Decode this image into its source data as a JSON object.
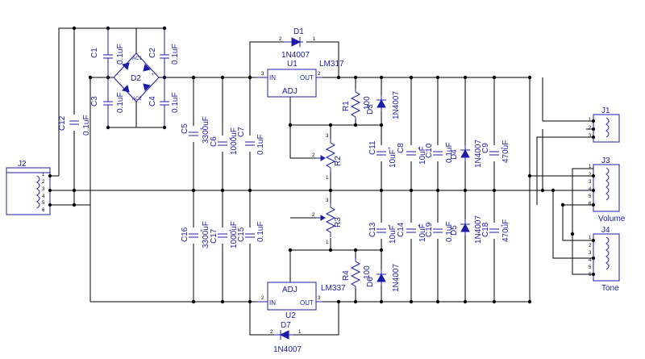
{
  "components": {
    "C1": {
      "ref": "C1",
      "value": "0.1uF"
    },
    "C2": {
      "ref": "C2",
      "value": "0.1uF"
    },
    "C3": {
      "ref": "C3",
      "value": "0.1uF"
    },
    "C4": {
      "ref": "C4",
      "value": "0.1uF"
    },
    "C5": {
      "ref": "C5",
      "value": "3300uF"
    },
    "C6": {
      "ref": "C6",
      "value": "1000uF"
    },
    "C7": {
      "ref": "C7",
      "value": "0.1uF"
    },
    "C8": {
      "ref": "C8",
      "value": "10uF"
    },
    "C9": {
      "ref": "C9",
      "value": "470uF"
    },
    "C10": {
      "ref": "C10",
      "value": "0.1uF"
    },
    "C11": {
      "ref": "C11",
      "value": "10uF"
    },
    "C12": {
      "ref": "C12",
      "value": "0.1uF"
    },
    "C13": {
      "ref": "C13",
      "value": "10uF"
    },
    "C14": {
      "ref": "C14",
      "value": "10uF"
    },
    "C15": {
      "ref": "C15",
      "value": "0.1uF"
    },
    "C16": {
      "ref": "C16",
      "value": "3300uF"
    },
    "C17": {
      "ref": "C17",
      "value": "1000uF"
    },
    "C18": {
      "ref": "C18",
      "value": "470uF"
    },
    "C19": {
      "ref": "C19",
      "value": "0.1uF"
    },
    "D1": {
      "ref": "D1",
      "value": "1N4007"
    },
    "D2": {
      "ref": "D2"
    },
    "D3": {
      "ref": "D3",
      "value": "1N4007"
    },
    "D4": {
      "ref": "D4",
      "value": "1N4007"
    },
    "D5": {
      "ref": "D5",
      "value": "1N4007"
    },
    "D6": {
      "ref": "D6",
      "value": "1N4007"
    },
    "D7": {
      "ref": "D7",
      "value": "1N4007"
    },
    "R1": {
      "ref": "R1",
      "value": "100"
    },
    "R2": {
      "ref": "R2"
    },
    "R3": {
      "ref": "R3"
    },
    "R4": {
      "ref": "R4",
      "value": "100"
    },
    "U1": {
      "ref": "U1",
      "value": "LM317",
      "in": "IN",
      "out": "OUT",
      "adj": "ADJ"
    },
    "U2": {
      "ref": "U2",
      "value": "LM337",
      "in": "IN",
      "out": "OUT",
      "adj": "ADJ"
    },
    "J1": {
      "ref": "J1",
      "pins": [
        "1",
        "2",
        "3"
      ]
    },
    "J2": {
      "ref": "J2",
      "pins": [
        "1",
        "2",
        "3",
        "4",
        "5",
        "6"
      ]
    },
    "J3": {
      "ref": "J3",
      "label": "Volume",
      "pins": [
        "1",
        "2",
        "3",
        "4",
        "5",
        "6"
      ]
    },
    "J4": {
      "ref": "J4",
      "label": "Tone",
      "pins": [
        "1",
        "2",
        "3",
        "4",
        "5",
        "6"
      ]
    }
  },
  "bridge_pins": {
    "ac1": "AC1",
    "ac2": "AC2",
    "plus": "+",
    "minus": "-"
  }
}
